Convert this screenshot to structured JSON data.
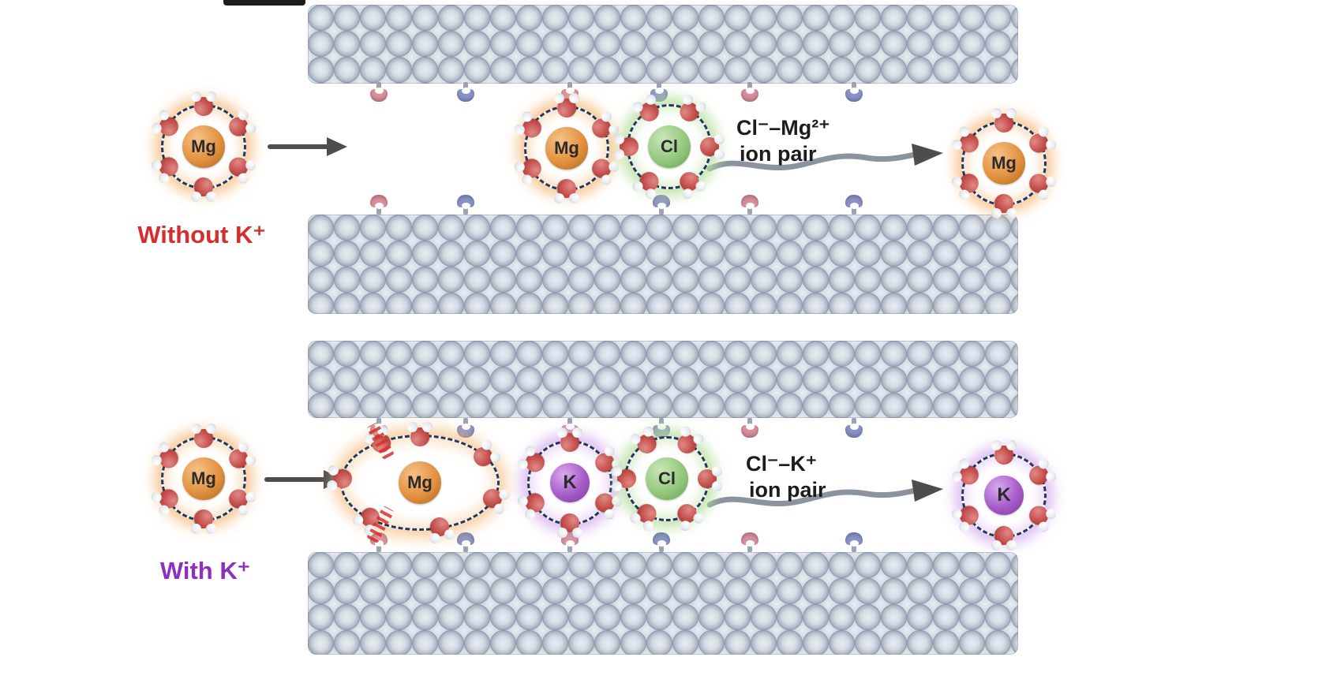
{
  "figure": {
    "top_panel": {
      "condition_label": "Without K⁺",
      "entering_ion": "Mg",
      "channel_cation": "Mg",
      "channel_anion": "Cl",
      "ion_pair_line1": "Cl⁻–Mg²⁺",
      "ion_pair_line2": "ion pair",
      "exiting_ion": "Mg"
    },
    "bottom_panel": {
      "condition_label": "With K⁺",
      "entering_ion": "Mg",
      "trapped_ion": "Mg",
      "channel_cation": "K",
      "channel_anion": "Cl",
      "ion_pair_line1": "Cl⁻–K⁺",
      "ion_pair_line2": "ion pair",
      "exiting_ion": "K"
    },
    "colors": {
      "mg_core": "#e2913f",
      "k_core": "#a65bc8",
      "cl_core": "#94c87e",
      "water_oxygen": "#c6504e",
      "water_hydrogen": "#e8ebef",
      "membrane_sphere": "#ccd3de",
      "without_label": "#d32f2f",
      "with_label": "#8e2fc0",
      "arrow": "#4d4d4d"
    }
  }
}
